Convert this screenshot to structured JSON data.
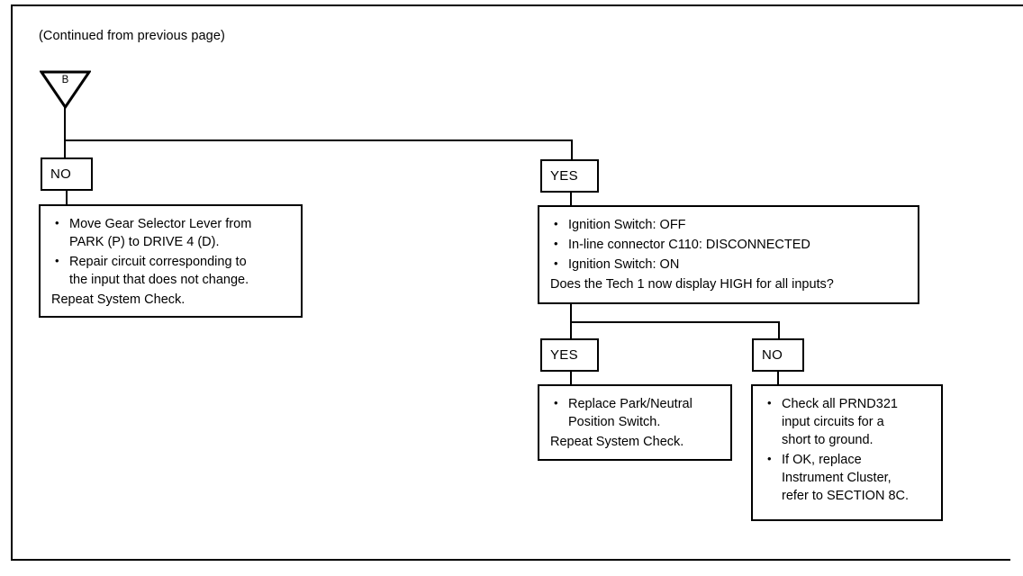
{
  "page": {
    "continued_note": "(Continued from previous page)"
  },
  "connector": {
    "label": "B",
    "name": "off-page-connector-b"
  },
  "branches": {
    "top_no_label": "NO",
    "top_yes_label": "YES",
    "second_yes_label": "YES",
    "second_no_label": "NO"
  },
  "boxes": {
    "left_action": {
      "bullets": [
        {
          "line1": "Move Gear Selector Lever from",
          "line2": "PARK (P) to DRIVE 4 (D)."
        },
        {
          "line1": "Repair circuit corresponding to",
          "line2": "the input that does not change."
        }
      ],
      "footer": "Repeat System Check."
    },
    "right_test": {
      "bullets": [
        {
          "line1": "Ignition Switch: OFF",
          "line2": ""
        },
        {
          "line1": "In-line connector C110: DISCONNECTED",
          "line2": ""
        },
        {
          "line1": "Ignition Switch: ON",
          "line2": ""
        }
      ],
      "question": "Does the Tech 1 now display HIGH for all inputs?"
    },
    "lower_left_action": {
      "bullets": [
        {
          "line1": "Replace Park/Neutral",
          "line2": "Position Switch."
        }
      ],
      "footer": "Repeat System Check."
    },
    "lower_right_action": {
      "bullets": [
        {
          "line1": "Check all PRND321",
          "line2": "input circuits for a",
          "line3": "short to ground."
        },
        {
          "line1": "If OK, replace",
          "line2": "Instrument Cluster,",
          "line3": "refer to SECTION 8C."
        }
      ]
    }
  },
  "colors": {
    "ink": "#000000",
    "paper": "#ffffff"
  }
}
